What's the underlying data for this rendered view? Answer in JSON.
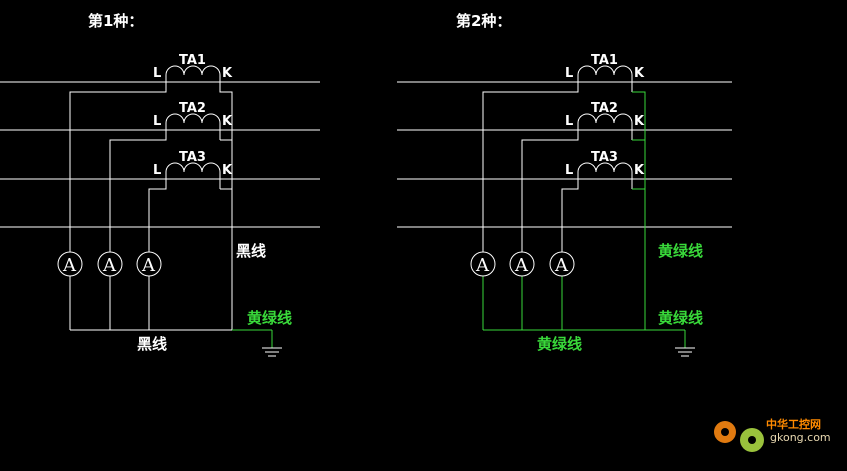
{
  "colors": {
    "background": "#000000",
    "wire": "#ffffff",
    "ground_wire": "#39d93a"
  },
  "diagram1": {
    "title": "第1种：",
    "ct": [
      {
        "name": "TA1",
        "l": "L",
        "k": "K"
      },
      {
        "name": "TA2",
        "l": "L",
        "k": "K"
      },
      {
        "name": "TA3",
        "l": "L",
        "k": "K"
      }
    ],
    "ammeter": "A",
    "black_wire_label": "黑线",
    "bottom_label": "黑线",
    "ground_label": "黄绿线"
  },
  "diagram2": {
    "title": "第2种：",
    "ct": [
      {
        "name": "TA1",
        "l": "L",
        "k": "K"
      },
      {
        "name": "TA2",
        "l": "L",
        "k": "K"
      },
      {
        "name": "TA3",
        "l": "L",
        "k": "K"
      }
    ],
    "ammeter": "A",
    "right_label": "黄绿线",
    "ground_label": "黄绿线",
    "bottom_label": "黄绿线"
  },
  "watermark": {
    "cn": "中华工控网",
    "en": "gkong.com"
  }
}
